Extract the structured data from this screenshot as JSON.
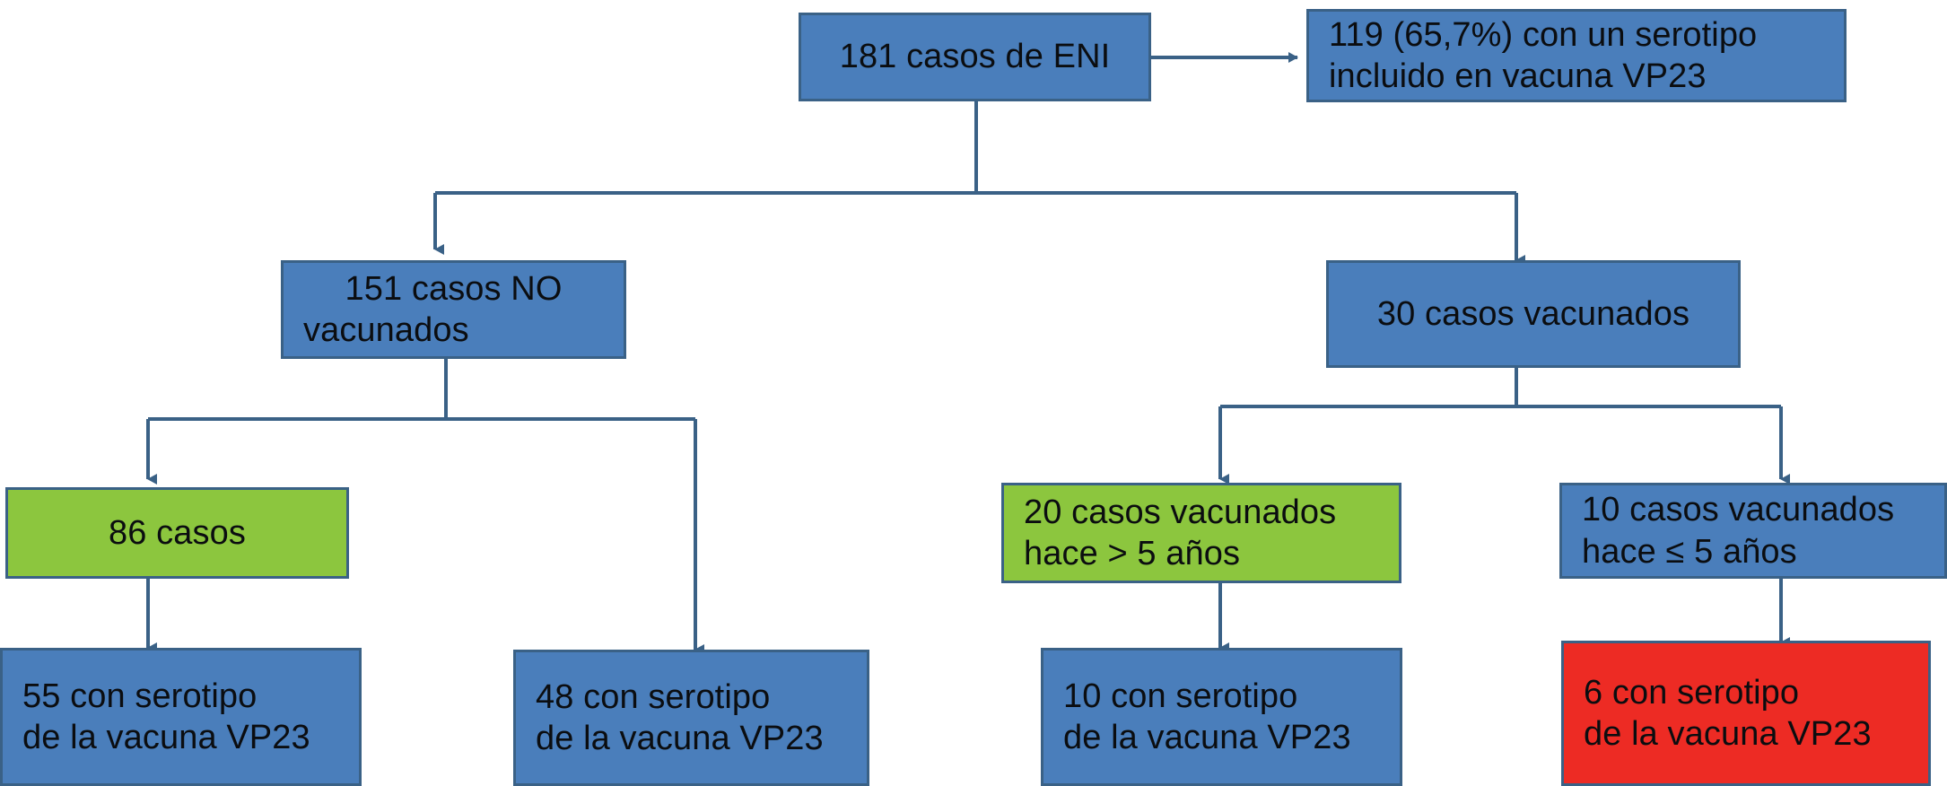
{
  "diagram": {
    "title_text": "",
    "colors": {
      "box_blue": "#4a7ebb",
      "box_green": "#8cc63e",
      "box_red": "#ed2b24",
      "border": "#3a6186",
      "connector": "#3a6186",
      "text": "#0b0d10",
      "background": "#ffffff"
    },
    "nodes": {
      "root": {
        "line1": "181 casos de ENI"
      },
      "serotype_note": {
        "line1": "119 (65,7%) con un serotipo",
        "line2": "incluido en vacuna VP23"
      },
      "not_vaccinated": {
        "line1": "151 casos NO",
        "line2": "vacunados"
      },
      "vaccinated": {
        "line1": "30 casos vacunados"
      },
      "cases_86": {
        "line1": "86 casos"
      },
      "vaccinated_gt5": {
        "line1": "20 casos vacunados",
        "line2": "hace > 5 años"
      },
      "vaccinated_le5": {
        "line1": "10 casos vacunados",
        "line2": "hace ≤ 5 años"
      },
      "serotype_55": {
        "line1": "55 con serotipo",
        "line2": "de la vacuna VP23"
      },
      "serotype_48": {
        "line1": "48 con serotipo",
        "line2": "de la vacuna VP23"
      },
      "serotype_10": {
        "line1": "10 con serotipo",
        "line2": "de la vacuna VP23"
      },
      "serotype_6": {
        "line1": "6 con serotipo",
        "line2": "de la vacuna VP23"
      }
    },
    "edges": [
      {
        "from": "root",
        "to": "serotype_note",
        "label": ""
      },
      {
        "from": "root",
        "to": "not_vaccinated",
        "label": ""
      },
      {
        "from": "root",
        "to": "vaccinated",
        "label": ""
      },
      {
        "from": "not_vaccinated",
        "to": "cases_86",
        "label": ""
      },
      {
        "from": "not_vaccinated",
        "to": "serotype_48",
        "label": ""
      },
      {
        "from": "vaccinated",
        "to": "vaccinated_gt5",
        "label": ""
      },
      {
        "from": "vaccinated",
        "to": "vaccinated_le5",
        "label": ""
      },
      {
        "from": "cases_86",
        "to": "serotype_55",
        "label": ""
      },
      {
        "from": "vaccinated_gt5",
        "to": "serotype_10",
        "label": ""
      },
      {
        "from": "vaccinated_le5",
        "to": "serotype_6",
        "label": ""
      }
    ]
  }
}
